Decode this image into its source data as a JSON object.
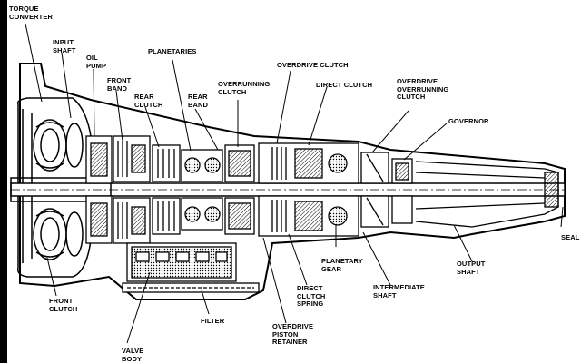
{
  "labels": {
    "torque_converter": "TORQUE\nCONVERTER",
    "input_shaft": "INPUT\nSHAFT",
    "oil_pump": "OIL\nPUMP",
    "front_band": "FRONT\nBAND",
    "rear_clutch": "REAR\nCLUTCH",
    "planetaries": "PLANETARIES",
    "rear_band": "REAR\nBAND",
    "overrunning_clutch": "OVERRUNNING\nCLUTCH",
    "overdrive_clutch": "OVERDRIVE CLUTCH",
    "direct_clutch": "DIRECT CLUTCH",
    "overdrive_overrunning_clutch": "OVERDRIVE\nOVERRUNNING\nCLUTCH",
    "governor": "GOVERNOR",
    "seal": "SEAL",
    "output_shaft": "OUTPUT\nSHAFT",
    "intermediate_shaft": "INTERMEDIATE\nSHAFT",
    "planetary_gear": "PLANETARY\nGEAR",
    "direct_clutch_spring": "DIRECT\nCLUTCH\nSPRING",
    "overdrive_piston_retainer": "OVERDRIVE\nPISTON\nRETAINER",
    "filter": "FILTER",
    "valve_body": "VALVE\nBODY",
    "front_clutch": "FRONT\nCLUTCH"
  },
  "colors": {
    "ink": "#000000",
    "paper": "#ffffff",
    "hatch": "#555555"
  }
}
